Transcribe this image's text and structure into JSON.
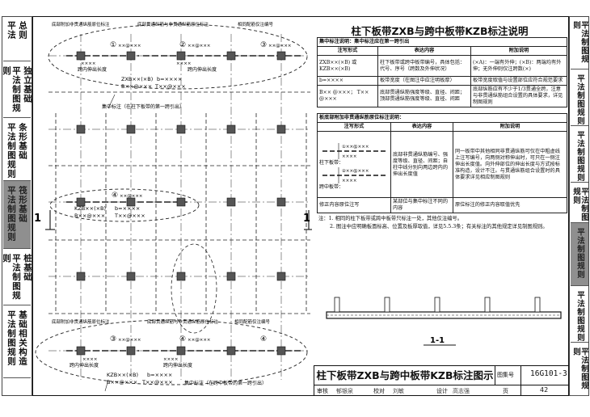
{
  "left_sidebar": [
    {
      "label": "平法总则",
      "active": false
    },
    {
      "label": "平法制图规则 独立基础",
      "active": false
    },
    {
      "label": "平法制图规则 条形基础",
      "active": false
    },
    {
      "label": "平法制图规则 筏形基础",
      "active": true
    },
    {
      "label": "平法制图规则 桩基础",
      "active": false
    },
    {
      "label": "平法制图规则 基础相关构造",
      "active": false
    }
  ],
  "left_sidebar_parts": [
    [
      "平法",
      "总则"
    ],
    [
      "平法制图规则",
      "独立基础"
    ],
    [
      "平法制图规则",
      "条形基础"
    ],
    [
      "平法制图规则",
      "筏形基础"
    ],
    [
      "平法制图规则",
      "桩基础"
    ],
    [
      "平法制图规则",
      "基础相关构造"
    ]
  ],
  "right_sidebar": [
    {
      "label": "平法制图规则",
      "active": false
    },
    {
      "label": "平法制图规则",
      "active": false
    },
    {
      "label": "平法制图规则",
      "active": false
    },
    {
      "label": "平法制图规则",
      "active": false
    },
    {
      "label": "平法制图规则",
      "active": true
    },
    {
      "label": "平法制图规则",
      "active": false
    },
    {
      "label": "平法制图规则",
      "active": false
    }
  ],
  "explain": {
    "title": "柱下板带ZXB与跨中板带KZB标注说明",
    "sec1_title": "集中标注说明：集中标注应在第一跨引出",
    "sec1_cols": [
      "注写形式",
      "表达内容",
      "附加说明"
    ],
    "sec1_rows": [
      [
        "ZXB××(×B) 或 KZB××(×B)",
        "柱下板带或跨中板带编号，具体包括：代号、序号（跨数及外伸状况）",
        "(×A)：一端有外伸；(×B)：两端均有外伸；无外伸则仅注跨数(×)"
      ],
      [
        "b=××××",
        "板带宽度（在图注中应注明板厚）",
        "板带宽度取值与设置部位应符合规范要求"
      ],
      [
        "B×× @×××； T×× @×××",
        "底部贯通纵筋强度等级、直径、间距；顶部贯通纵筋强度等级、直径、间距",
        "底部纵筋应有不少于1/3贯通全跨，注意与非贯通纵筋组合设置的具体要求，详见制图规则"
      ]
    ],
    "sec2_title": "板底部附加非贯通纵筋原位标注说明：",
    "sec2_cols": [
      "注写形式",
      "表达内容",
      "附加说明"
    ],
    "sec2_label_a": "柱下板带：",
    "sec2_label_b": "跨中板带：",
    "sec2_row_content": "底部非贯通纵筋编号、强度等级、直径、间距；自柱中线分别向两边跨内的伸出长度值",
    "sec2_row_note": "同一板带中其他相同非贯通纵筋可仅在中粗虚线上注写编号，向两侧对称伸出时，可只在一侧注伸出长度值。向外伸部位的伸出长度与方式按标准构造，设计不注。与贯通纵筋组合设置时的具体要求详见相应制图规则",
    "sec2_row2": [
      "修正内容原位注写",
      "某部位与集中标注不同的内容",
      "原位标注的修正内容取值优先"
    ],
    "sec2_symbol_values": [
      "①××@×××",
      "××××",
      "②××@×××",
      "××××"
    ],
    "notes": [
      "注：1. 相同的柱下板带或跨中板带只标注一处，其他仅注编号。",
      "2. 图注中应明确板面标高、位置及板厚取值，详见5.5.3条；有关标注的其他规定详见制图规则。"
    ]
  },
  "drawing": {
    "callouts_top": [
      "底部附加非贯通纵筋原位标注",
      "底部贯通纵筋与非贯通纵筋原位标注",
      "相同配筋仅注编号"
    ],
    "callouts_bottom": [
      "底部附加非贯通纵筋原位标注",
      "底部贯通纵筋与非贯通纵筋原位标注",
      "相同配筋仅注编号"
    ],
    "top_labels": {
      "extend": "跨内伸出长度",
      "extend2": "跨内伸出长度",
      "id": "ZXB××(×B)",
      "b": "b=××××",
      "B": "B××@×××",
      "T": "T××@×××",
      "note": "集中标注（在柱下板带的第一跨引出）"
    },
    "mid_labels": {
      "id": "KZB××(×B)",
      "b": "b=××××",
      "B": "B××@×××",
      "T": "T××@×××"
    },
    "bot_labels": {
      "extend": "跨内伸出长度",
      "extend2": "跨内伸出长度",
      "id": "KZB××(×B)",
      "b": "b=××××",
      "B": "B××@×××",
      "T": "T××@×××",
      "note": "集中标注（在跨中板带的第一跨引出）"
    },
    "markers": [
      "①",
      "②",
      "③",
      "④"
    ],
    "values": [
      "××××",
      "××@×××"
    ],
    "section_marks": [
      "1",
      "1"
    ],
    "section_title": "1-1"
  },
  "titleblock": {
    "main_title": "柱下板带ZXB与跨中板带KZB标注图示",
    "atlas_label": "图集号",
    "atlas_no": "16G101-3",
    "roles": [
      "审核",
      "郁银泉",
      "校对",
      "刘敏",
      "设计",
      "高志强"
    ],
    "page_label": "页",
    "page_no": "42"
  },
  "colors": {
    "ink": "#111111",
    "active_tab": "#8f8f8f"
  }
}
